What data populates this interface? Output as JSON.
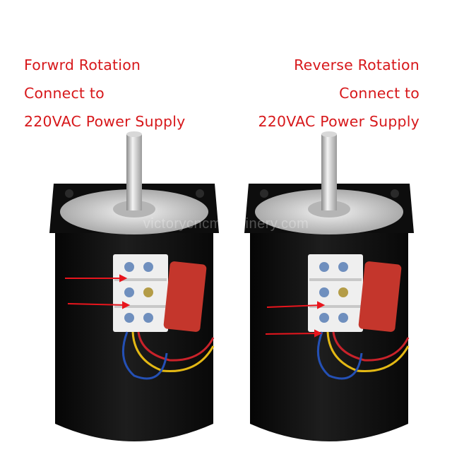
{
  "left_caption": {
    "line1": "Forwrd Rotation",
    "line2": "Connect to",
    "line3": "220VAC Power Supply"
  },
  "right_caption": {
    "line1": "Reverse Rotation",
    "line2": "Connect to",
    "line3": "220VAC Power Supply"
  },
  "watermark": "victorycncmachinery.com",
  "colors": {
    "caption_red": "#d7181b",
    "motor_body": "#121212",
    "capacitor": "#c4362c",
    "arrow_red": "#e8151d"
  }
}
